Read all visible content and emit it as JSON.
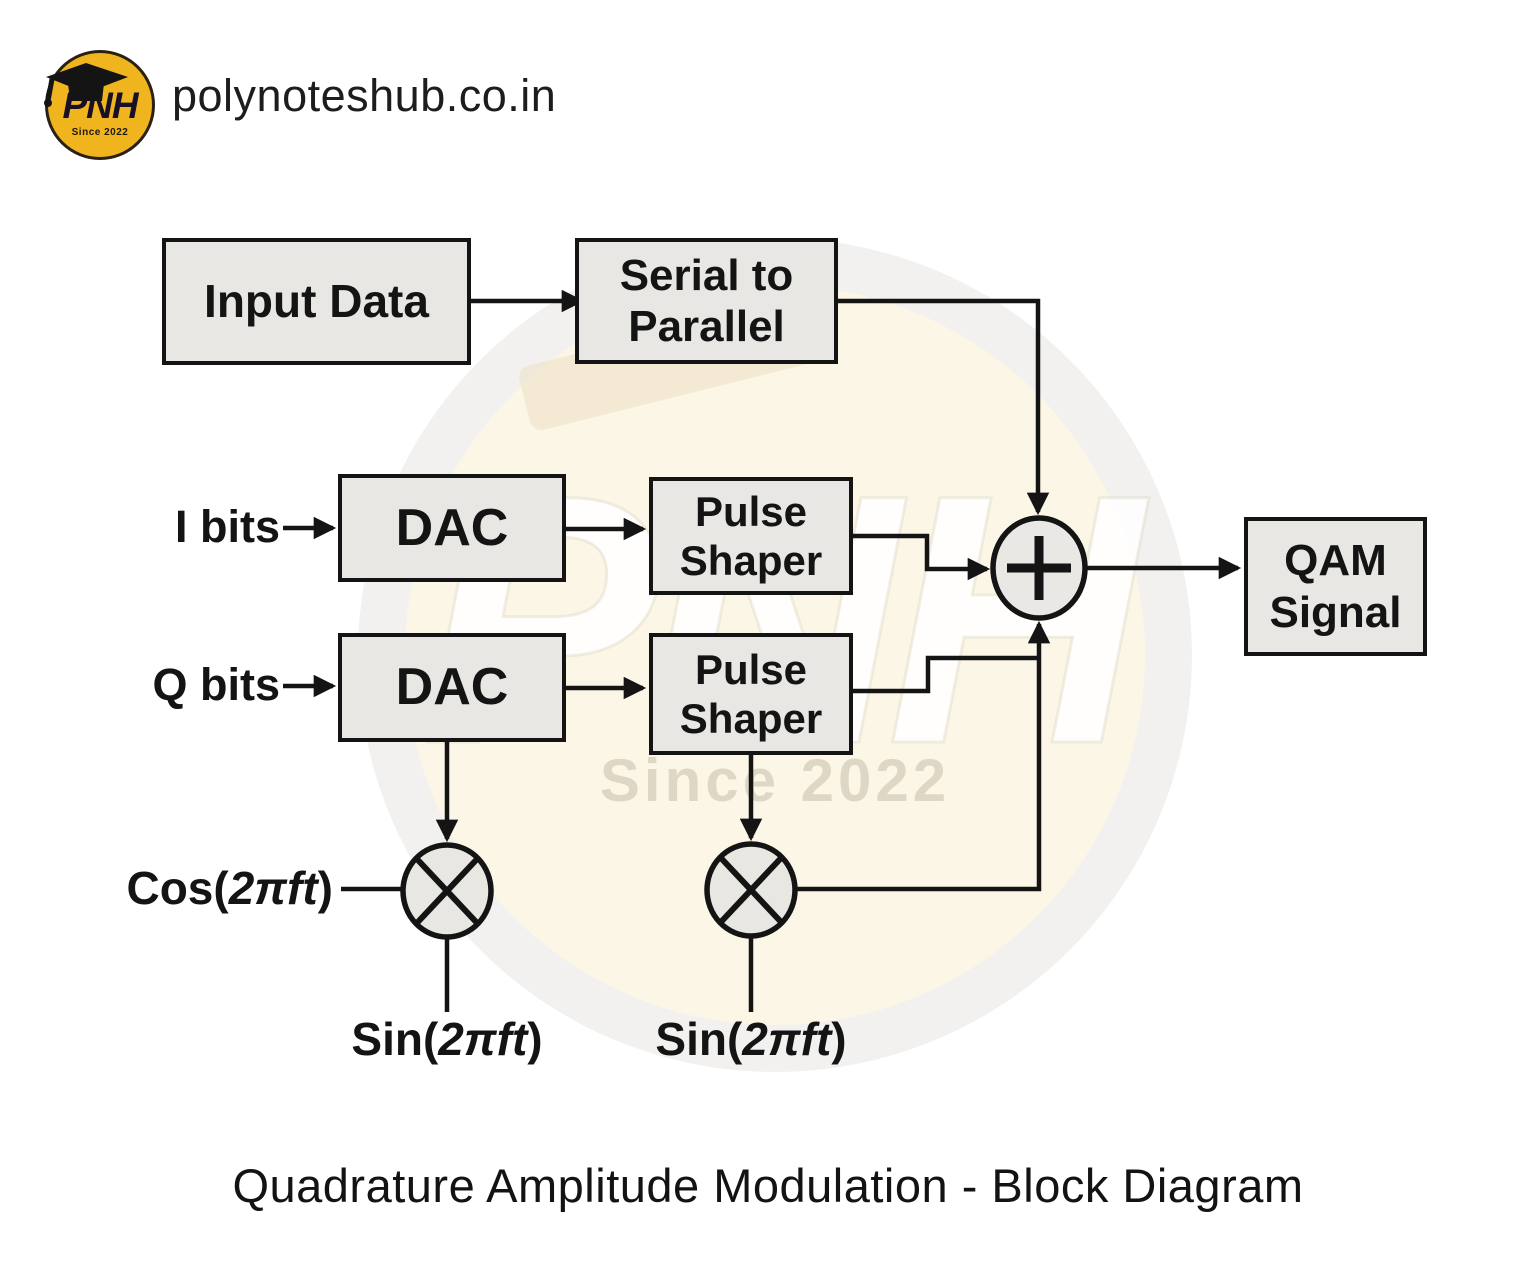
{
  "header": {
    "site_name": "polynoteshub.co.in",
    "logo": {
      "text": "PNH",
      "since": "Since 2022"
    }
  },
  "watermark": {
    "text": "PNH",
    "since": "Since 2022"
  },
  "diagram": {
    "blocks": {
      "input_data": "Input Data",
      "serial_to_parallel": "Serial to Parallel",
      "dac_i": "DAC",
      "pulse_shaper_i": "Pulse Shaper",
      "dac_q": "DAC",
      "pulse_shaper_q": "Pulse Shaper",
      "qam_signal": "QAM Signal"
    },
    "labels": {
      "i_bits": "I bits",
      "q_bits": "Q bits",
      "cos": {
        "pre": "Cos(",
        "arg": "2πft",
        "post": ")"
      },
      "sin1": {
        "pre": "Sin(",
        "arg": "2πft",
        "post": ")"
      },
      "sin2": {
        "pre": "Sin(",
        "arg": "2πft",
        "post": ")"
      }
    },
    "operators": {
      "sum": "+",
      "multiply": "×"
    }
  },
  "caption": "Quadrature Amplitude Modulation - Block Diagram",
  "colors": {
    "background": "#ffffff",
    "block_fill": "#e8e7e4",
    "line": "#141414",
    "logo_yellow": "#f0b41e",
    "watermark_cream": "#fcf6e7",
    "watermark_ring": "#f2f1ef"
  }
}
